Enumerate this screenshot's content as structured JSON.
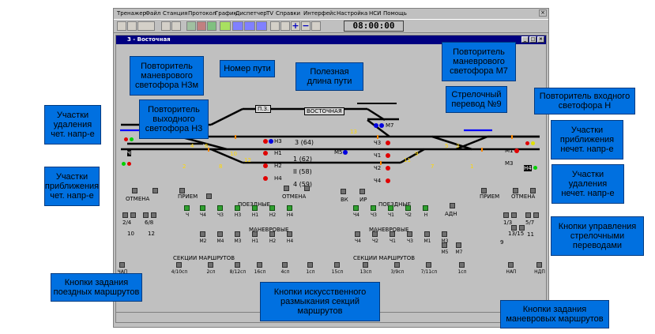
{
  "menu": [
    "Тренажер",
    "Файл",
    "Станция",
    "Протокол",
    "График",
    "Диспетчер",
    "TV",
    "Справки",
    "Интерфейс",
    "Настройка",
    "НСИ",
    "Помощь"
  ],
  "clock": "08:00:00",
  "window_title": "3 - Восточная",
  "callouts": {
    "n3m": "Повторитель\nманеврового\nсветофора Н3м",
    "track_no": "Номер пути",
    "useful_len": "Полезная\nдлина пути",
    "m7": "Повторитель\nманеврового\nсветофора М7",
    "switch9": "Стрелочный\nперевод №9",
    "n_in": "Повторитель входного\nсветофора Н",
    "n3": "Повторитель\nвыходного\nсветофора Н3",
    "rem_even": "Участки\nудаления\nчет. напр-е",
    "app_odd": "Участки\nприближения\nнечет. напр-е",
    "app_even": "Участки\nприближения\nчет. напр-е",
    "rem_odd": "Участки\nудаления\nнечет. напр-е",
    "sw_ctrl": "Кнопки управления\nстрелочными\nпереводами",
    "train_routes": "Кнопки задания\nпоездных маршрутов",
    "art_release": "Кнопки искусственного\nразмыкания секций\nмаршрутов",
    "shunt_routes": "Кнопки задания\nманевровых маршрутов"
  },
  "diagram": {
    "ps_label": "П.З.",
    "vost_label": "ВОСТОЧНАЯ",
    "track_labels": [
      "3 (64)",
      "1 (62)",
      "II (58)",
      "4 (59)"
    ],
    "signals_left": [
      "Н3",
      "Н1",
      "Н2",
      "Н4"
    ],
    "signals_right": [
      "Ч3",
      "Ч1",
      "Ч2",
      "Ч4"
    ],
    "extra_signals": [
      "М7",
      "М5",
      "Ч",
      "Н",
      "М1",
      "М3",
      "Н4"
    ],
    "switch_nums_left": [
      "4",
      "6",
      "10",
      "12",
      "8",
      "2"
    ],
    "switch_nums_right": [
      "11",
      "9",
      "5",
      "3",
      "7",
      "1",
      "13"
    ],
    "train_btn_left": [
      "Ч",
      "Ч4",
      "Ч3",
      "Н3",
      "Н1",
      "Н2",
      "Н4"
    ],
    "train_btn_right": [
      "Ч4",
      "Ч3",
      "Ч1",
      "Ч2",
      "Н"
    ],
    "shunt_btn_left": [
      "М2",
      "М4",
      "М3",
      "Н1",
      "Н2",
      "Н4"
    ],
    "shunt_btn_right": [
      "Ч4",
      "Ч2",
      "Ч1",
      "Ч3",
      "М1",
      "М3",
      "М5",
      "М7"
    ],
    "section_btns": [
      "ЧАП",
      "4/10сп",
      "2сп",
      "8/12сп",
      "16сп",
      "4сп",
      "1сп",
      "15сп",
      "13сп",
      "3/9сп",
      "7/11сп",
      "1сп",
      "НАП",
      "НДП"
    ],
    "misc_text": [
      "ПОЕЗДНЫЕ",
      "МАНЕВРОВЫЕ",
      "СЕКЦИИ МАРШРУТОВ",
      "ОТМЕНА",
      "ВК",
      "ИР",
      "АДН",
      "ПРИЕМ",
      "2/4",
      "6/8",
      "10",
      "12",
      "1/3",
      "5/7",
      "9",
      "13/15",
      "11"
    ]
  }
}
